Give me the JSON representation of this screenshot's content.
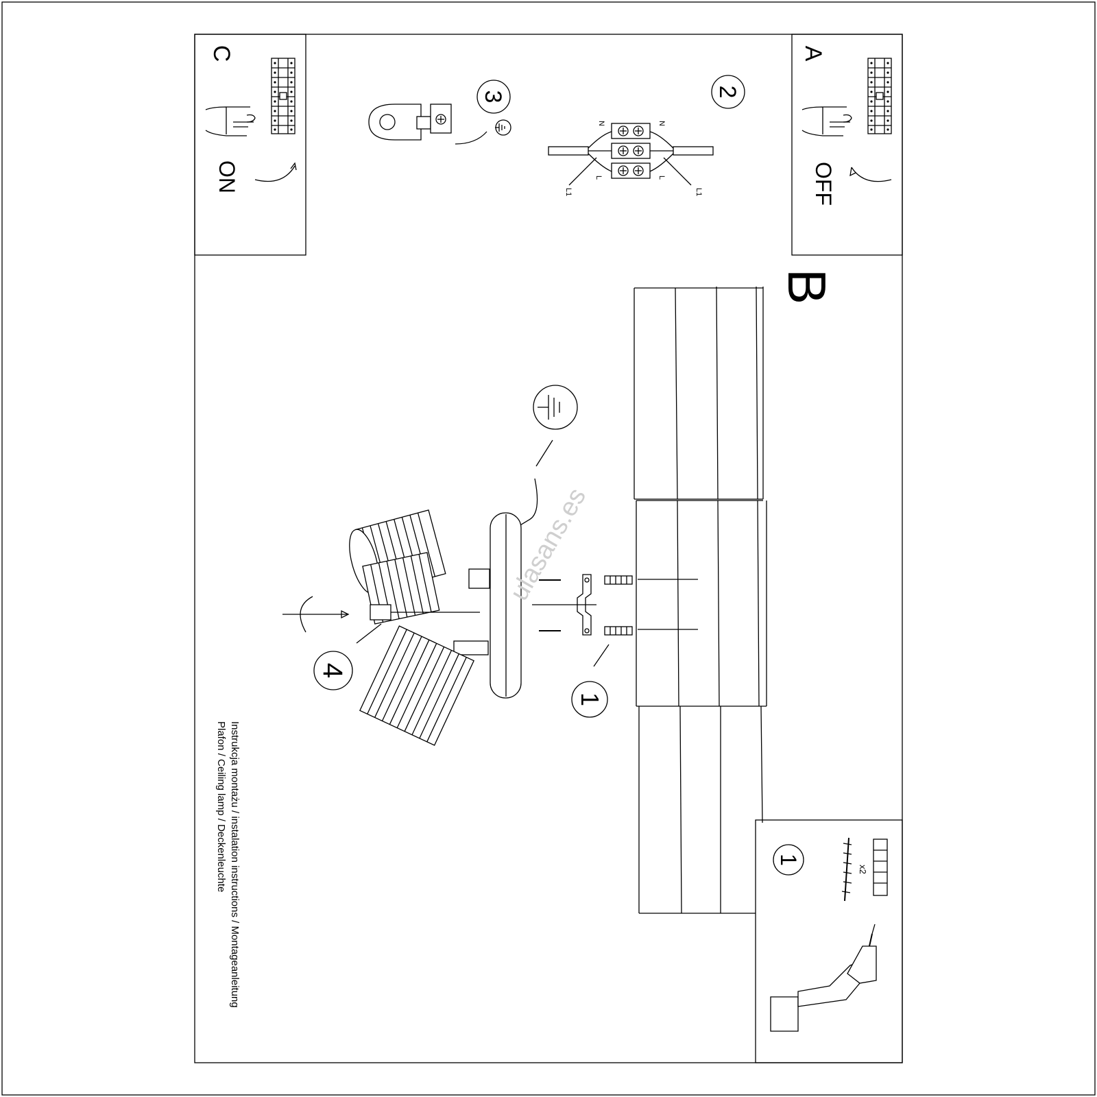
{
  "steps": {
    "a": {
      "letter": "A",
      "action": "OFF"
    },
    "b": {
      "letter": "B"
    },
    "c": {
      "letter": "C",
      "action": "ON"
    }
  },
  "callouts": [
    "1",
    "2",
    "3",
    "4"
  ],
  "wiring": {
    "n_label": "N",
    "l_label": "L",
    "l1_label": "L1"
  },
  "kit": {
    "quantity": "x2"
  },
  "footer": {
    "line1": "Instrukcja montażu / instalation instructions / Montageanleitung",
    "line2": "Plafon / Ceiling lamp / Deckenleuchte"
  },
  "watermark": "ulasans.es",
  "icons": [
    "earth-ground-icon",
    "drill-icon",
    "hand-icon",
    "breaker-panel-icon",
    "rotate-arrow-icon",
    "wall-plug-icon",
    "screw-icon"
  ]
}
